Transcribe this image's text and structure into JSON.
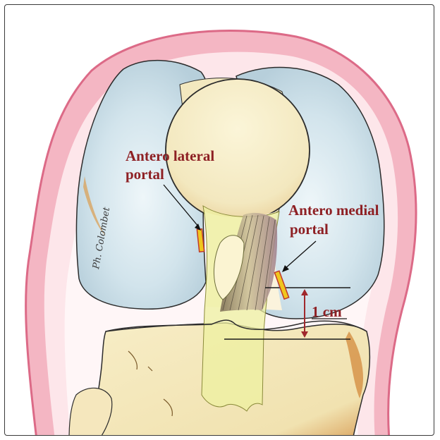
{
  "diagram": {
    "labels": {
      "anterolateral_line1": "Antero lateral",
      "anterolateral_line2": "portal",
      "anteromedial_line1": "Antero medial",
      "anteromedial_line2": "portal",
      "distance": "1 cm"
    },
    "signature": "Ph. Colombet",
    "colors": {
      "skin": "#f2a9b8",
      "skin_edge": "#d9607e",
      "femur": "#c8dde6",
      "bone": "#f8efc4",
      "bone_shadow": "#dc9d4e",
      "ligament": "#e9ef9b",
      "portal_fill": "#f0c61e",
      "portal_edge": "#c0392b",
      "label": "#8e2024"
    }
  }
}
